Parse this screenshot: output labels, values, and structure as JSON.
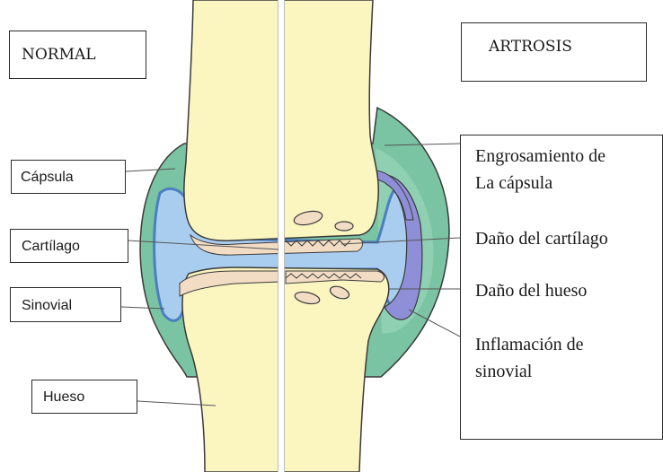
{
  "headers": {
    "normal": "NORMAL",
    "artrosis": "ARTROSIS"
  },
  "left_labels": {
    "capsula": "Cápsula",
    "cartilago": "Cartílago",
    "sinovial": "Sinovial",
    "hueso": "Hueso"
  },
  "right_labels": {
    "engrosamiento_line1": "Engrosamiento de",
    "engrosamiento_line2": "La cápsula",
    "dano_cartilago": "Daño del cartílago",
    "dano_hueso": "Daño del hueso",
    "inflamacion_line1": "Inflamación de",
    "inflamacion_line2": "sinovial"
  },
  "colors": {
    "bone": "#fbf6c0",
    "capsule": "#7ac3a3",
    "synovial_fluid": "#a9cdef",
    "synovial_membrane": "#4a7fc0",
    "cartilage": "#f2dcc4",
    "inflamed_synovium": "#8f8fd8",
    "outline": "#3a3a3a"
  }
}
